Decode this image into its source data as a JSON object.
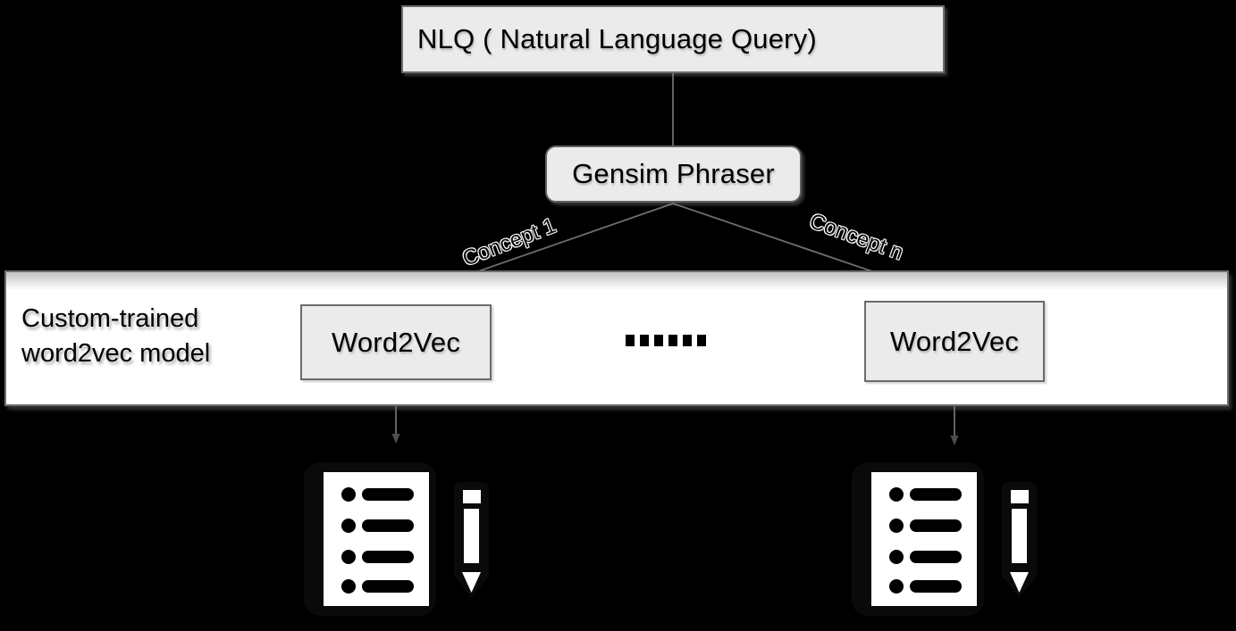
{
  "diagram": {
    "background_color": "#000000",
    "node_fill_color": "#ebebeb",
    "node_border_color": "#6e6e6e",
    "arrow_color": "#6e6e6e",
    "nodes": {
      "nlq": {
        "label": "NLQ ( Natural Language Query)"
      },
      "phraser": {
        "label": "Gensim Phraser"
      },
      "word2vec_left": {
        "label": "Word2Vec"
      },
      "word2vec_right": {
        "label": "Word2Vec"
      }
    },
    "edges": {
      "concept_left": {
        "label": "Concept 1"
      },
      "concept_right": {
        "label": "Concept n"
      }
    },
    "band": {
      "label": "Custom-trained\nword2vec model"
    },
    "ellipsis_dots": 6,
    "icons": {
      "left": "document-list-with-pencil-icon",
      "right": "document-list-with-pencil-icon"
    }
  }
}
